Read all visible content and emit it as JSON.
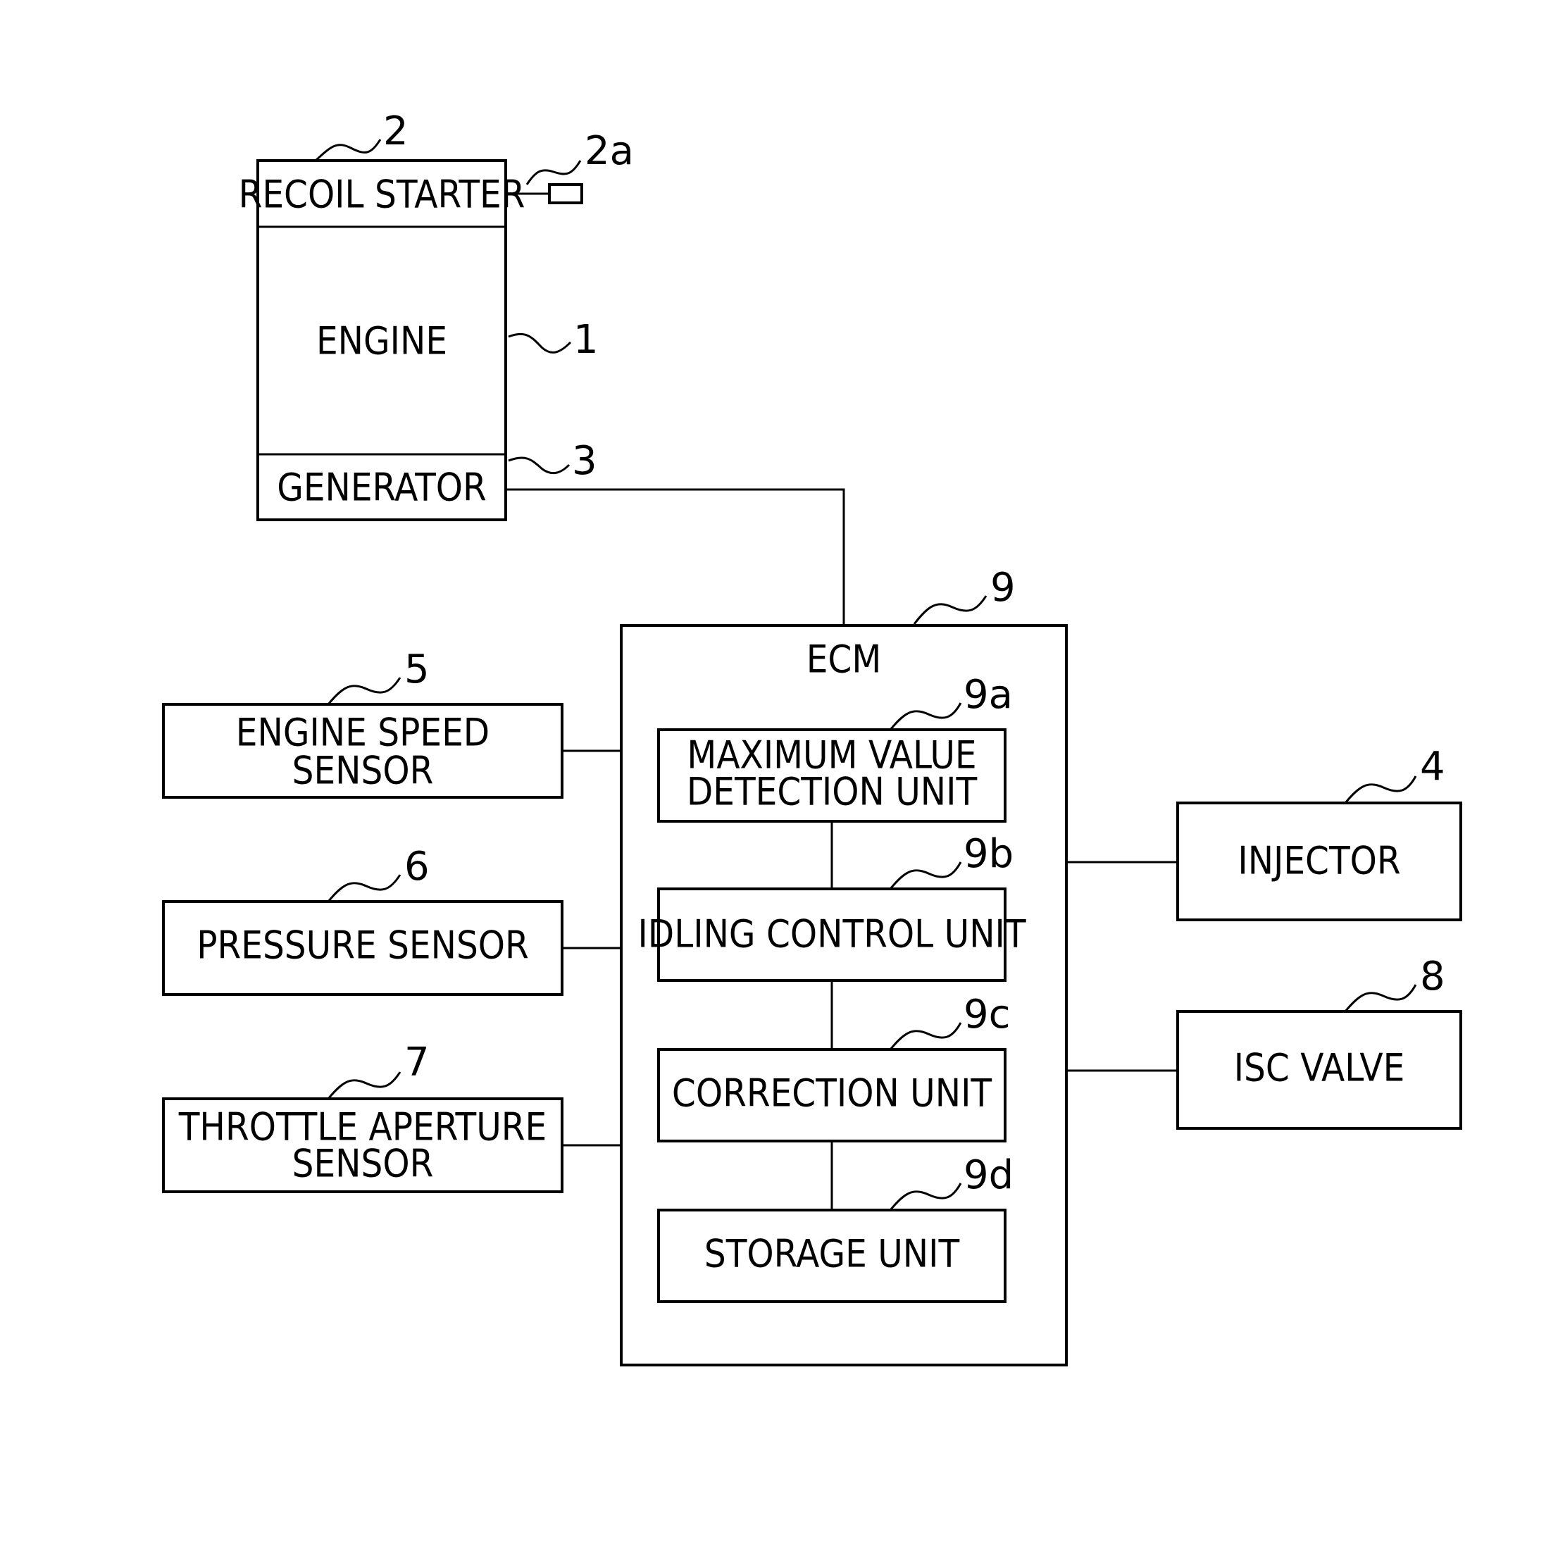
{
  "blocks": {
    "recoil_starter": "RECOIL STARTER",
    "engine": "ENGINE",
    "generator": "GENERATOR",
    "ecm": "ECM",
    "max_value_l1": "MAXIMUM VALUE",
    "max_value_l2": "DETECTION UNIT",
    "idling": "IDLING CONTROL UNIT",
    "correction": "CORRECTION UNIT",
    "storage": "STORAGE UNIT",
    "engine_speed_l1": "ENGINE SPEED",
    "engine_speed_l2": "SENSOR",
    "pressure": "PRESSURE SENSOR",
    "throttle_l1": "THROTTLE APERTURE",
    "throttle_l2": "SENSOR",
    "injector": "INJECTOR",
    "isc_valve": "ISC VALVE"
  },
  "refs": {
    "engine": "1",
    "recoil_starter": "2",
    "handle": "2a",
    "generator": "3",
    "injector": "4",
    "engine_speed_sensor": "5",
    "pressure_sensor": "6",
    "throttle_sensor": "7",
    "isc_valve": "8",
    "ecm": "9",
    "max_value_unit": "9a",
    "idling_unit": "9b",
    "correction_unit": "9c",
    "storage_unit": "9d"
  }
}
